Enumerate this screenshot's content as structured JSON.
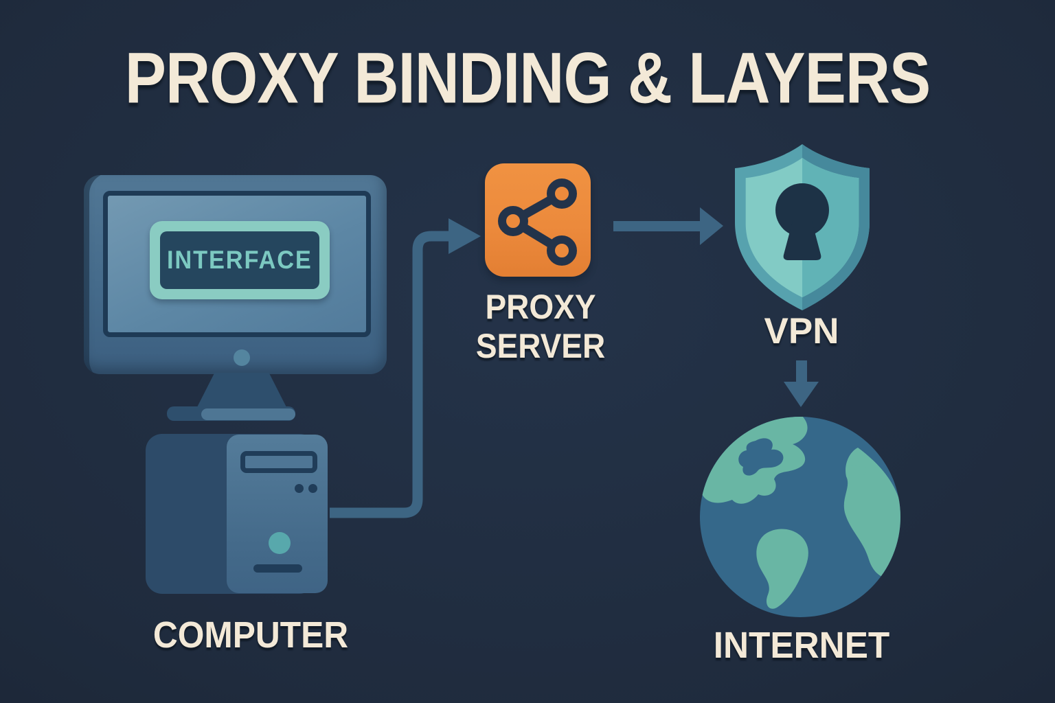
{
  "title": "PROXY BINDING & LAYERS",
  "nodes": {
    "computer": {
      "label": "COMPUTER",
      "screen_label": "INTERFACE",
      "icon": "desktop-computer-icon"
    },
    "proxy_server": {
      "label_line1": "PROXY",
      "label_line2": "SERVER",
      "icon": "share-network-icon"
    },
    "vpn": {
      "label": "VPN",
      "icon": "shield-keyhole-icon"
    },
    "internet": {
      "label": "INTERNET",
      "icon": "globe-icon"
    }
  },
  "flow_order": [
    "COMPUTER",
    "PROXY SERVER",
    "VPN",
    "INTERNET"
  ],
  "colors": {
    "background": "#1f2b3d",
    "text_cream": "#f3e9d7",
    "proxy_orange": "#ec8a3c",
    "icon_dark_navy": "#23334a",
    "arrow_steel_blue": "#3d6583",
    "monitor_blue": "#456b8b",
    "screen_blue": "#5d87a5",
    "interface_teal": "#7cc9c1",
    "shield_teal_light": "#82cbc5",
    "shield_teal_dark": "#57a2ae",
    "keyhole_navy": "#1d3246",
    "globe_ocean": "#35688a",
    "globe_land": "#69b6a4",
    "power_button_teal": "#58a8ac"
  }
}
